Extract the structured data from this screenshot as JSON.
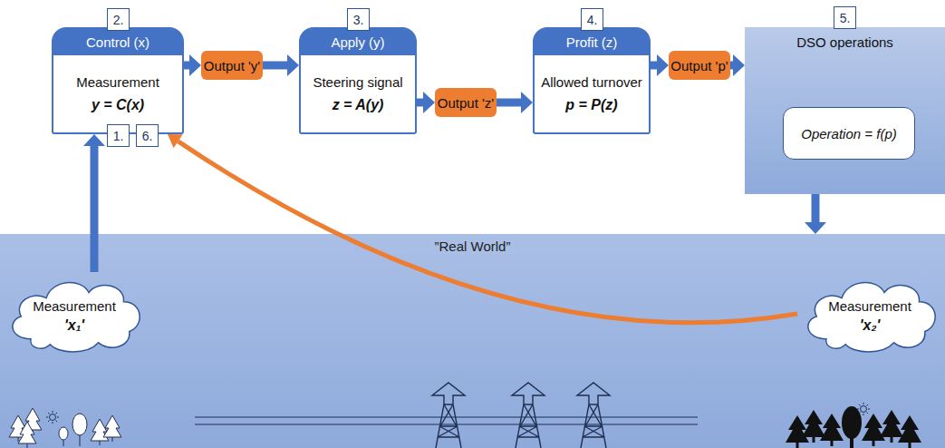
{
  "diagram": {
    "nodes": [
      {
        "text": [
          "Control (x)",
          "Measurement",
          "y = C(x)"
        ]
      },
      {
        "text": [
          "Output 'y'"
        ]
      },
      {
        "text": [
          "Apply (y)",
          "Steering signal",
          "z = A(y)"
        ]
      },
      {
        "text": [
          "Output 'z'"
        ]
      },
      {
        "text": [
          "Profit (z)",
          "Allowed turnover",
          "p = P(z)"
        ]
      },
      {
        "text": [
          "Output 'p'"
        ]
      },
      {
        "text": [
          "DSO operations"
        ]
      },
      {
        "text": [
          "Operation = f(p)"
        ],
        "in": 6
      },
      {
        "text": [
          "”Real World”"
        ]
      },
      {
        "text": [
          "Measurement",
          "'x₁'"
        ],
        "in": 8
      },
      {
        "text": [
          "Measurement",
          "'x₂'"
        ],
        "in": 8
      }
    ],
    "edges": [
      {
        "from": 0,
        "to": 1,
        "arrow": "to"
      },
      {
        "from": 1,
        "to": 2,
        "arrow": "to"
      },
      {
        "from": 2,
        "to": 3,
        "arrow": "to"
      },
      {
        "from": 3,
        "to": 4,
        "arrow": "to"
      },
      {
        "from": 4,
        "to": 5,
        "arrow": "to"
      },
      {
        "from": 5,
        "to": 6,
        "arrow": "to"
      },
      {
        "from": 6,
        "to": 8,
        "arrow": "to"
      },
      {
        "from": 9,
        "to": 0,
        "arrow": "to"
      },
      {
        "from": 10,
        "to": 0,
        "arrow": "to"
      }
    ],
    "labels": [
      "2.",
      "3.",
      "4.",
      "5.",
      "1.",
      "6."
    ]
  }
}
